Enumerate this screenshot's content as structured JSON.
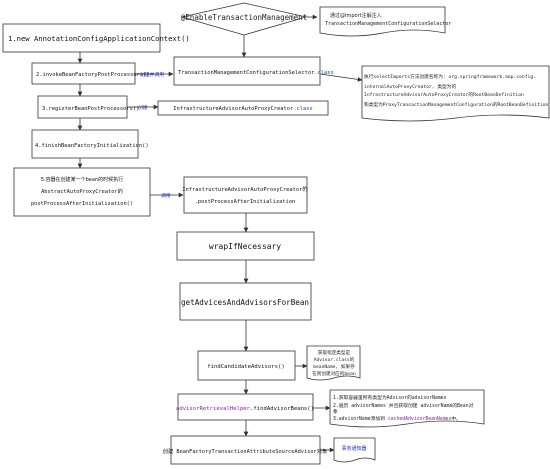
{
  "diamond": {
    "text": "@EnableTransactionManagement"
  },
  "left_steps": {
    "step1": "1.new AnnotationConfigApplicationContext()",
    "step2": "2.invokeBeanFactoryPostProcessors()",
    "step3": "3.registerBeanPostProcessors()",
    "step4": "4.finishBeanFactoryInitialization()",
    "step5": {
      "line1": "5.容器在创建某一个bean的时候执行",
      "line2": "AbstractAutoProxyCreator的",
      "line3": "postProcessAfterInitialization()"
    }
  },
  "arrow_labels": {
    "create_and_call": "创建并调用",
    "create": "创建",
    "call": "调用"
  },
  "center_boxes": {
    "selector": {
      "name": "TransactionManagementConfigurationSelector",
      "suffix": ".class"
    },
    "proxy_creator": {
      "name": "InfrastructureAdvisorAutoProxyCreator",
      "suffix": ".class"
    },
    "post_process": {
      "line1": "InfrastructureAdvisorAutoProxyCreator的",
      "line2": ".postProcessAfterInitialization"
    },
    "wrap": "wrapIfNecessary",
    "get_advices": "getAdvicesAndAdvisorsForBean",
    "find_candidates": "findCandidateAdvisors()",
    "helper": {
      "name": "advisorRetrievalHelper",
      "suffix": ".findAdvisorBeans()"
    },
    "create_advisor": "创建 BeanFactoryTransactionAttributeSourceAdvisor对象"
  },
  "notes": {
    "import_note": {
      "line1": "通过@Import注解注入",
      "line2": "TransactionManagementConfigurationSelector"
    },
    "selector_note": {
      "line1": "执行selectImports方法创建名称为: org.springframework.aop.config.",
      "line2": "internalAutoProxyCreator, 类型为的",
      "line3": "InfrastructureAdvisorAutoProxyCreator的RootBeanDefinition",
      "line4": "和类型为ProxyTransactionManagementConfiguration的RootBeanDefinition"
    },
    "candidates_note": {
      "line1": "获取指定类型是",
      "line2": "Advisor.class的",
      "line3": "beanName, 如果存",
      "line4": "在则创建对应的bean"
    },
    "helper_note": {
      "line1": "1.获取容器里所有类型为Advisor的advisorNames",
      "line2": "2.遍历 advisorNames 并且获取创建 advisorName的Bean对",
      "line3": "象",
      "line4_prefix": "3.advisorName添加到 ",
      "line4_highlight": "cachedAdvisorBeanNames",
      "line4_suffix": "中。"
    },
    "tx_notice": "事务通知器"
  },
  "colors": {
    "line": "#333333",
    "arrow_label": "#2233cc",
    "keyword": "#1a3faa",
    "highlight": "#7a2a9a"
  }
}
